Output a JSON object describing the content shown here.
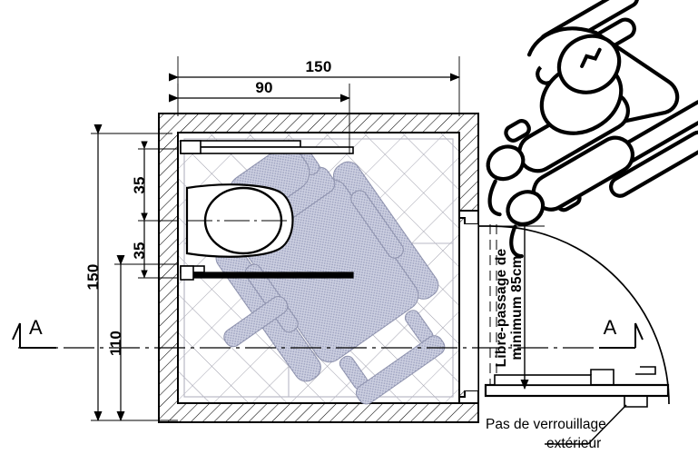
{
  "drawing": {
    "type": "architectural-floor-plan",
    "subject": "Accessible WC / toilet cubicle plan with wheelchair turning space",
    "language": "fr",
    "background_color": "#ffffff",
    "line_color": "#000000",
    "wheelchair_fill_color": "#c6c9dc",
    "floor_grid_color": "#8d8d9e"
  },
  "dimensions": {
    "top": [
      {
        "id": "overall-width",
        "label": "150",
        "unit_implied": "cm"
      },
      {
        "id": "wc-offset-width",
        "label": "90",
        "unit_implied": "cm"
      }
    ],
    "left": [
      {
        "id": "overall-depth",
        "label": "150",
        "unit_implied": "cm"
      },
      {
        "id": "axis-height",
        "label": "110",
        "unit_implied": "cm"
      },
      {
        "id": "upper-gap",
        "label": "35",
        "unit_implied": "cm"
      },
      {
        "id": "lower-gap",
        "label": "35",
        "unit_implied": "cm"
      }
    ]
  },
  "annotations": {
    "clear_passage": {
      "line1": "Libre-passage de",
      "line2": "minimum 85cm"
    },
    "no_exterior_lock": {
      "line1": "Pas de verrouillage",
      "line2": "extérieur"
    }
  },
  "section_markers": [
    {
      "id": "section-a-left",
      "label": "A"
    },
    {
      "id": "section-a-right",
      "label": "A"
    }
  ],
  "fixtures": [
    {
      "id": "wc-pan",
      "name": "toilet-pan"
    },
    {
      "id": "grab-bar-upper",
      "name": "grab-bar"
    },
    {
      "id": "grab-bar-lower",
      "name": "grab-bar"
    },
    {
      "id": "door-leaf",
      "name": "door"
    },
    {
      "id": "door-swing",
      "name": "door-swing-arc"
    },
    {
      "id": "wheelchair-plan",
      "name": "wheelchair-occupant-silhouette"
    },
    {
      "id": "wheelchair-pictogram",
      "name": "wheelchair-top-view-illustration"
    }
  ]
}
